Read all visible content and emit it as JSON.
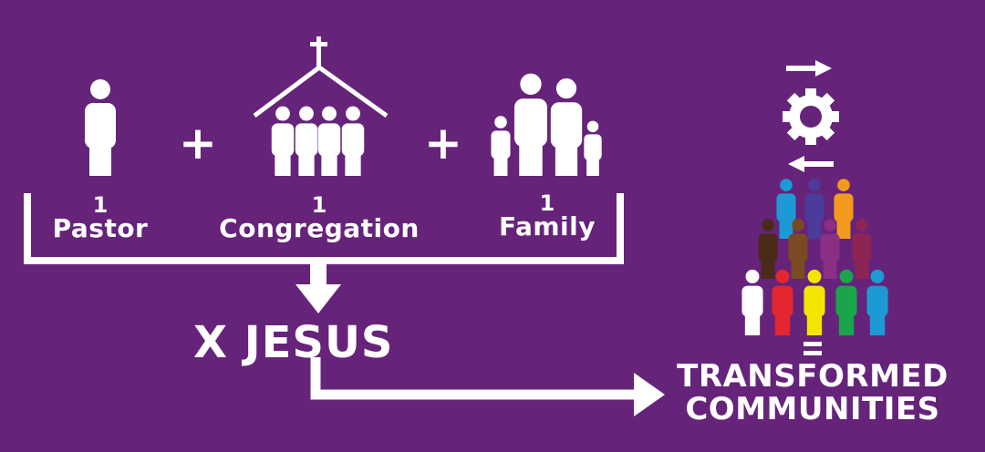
{
  "inputs": [
    {
      "count": "1",
      "label": "Pastor"
    },
    {
      "count": "1",
      "label": "Congregation"
    },
    {
      "count": "1",
      "label": "Family"
    }
  ],
  "operators": {
    "plus": "+"
  },
  "multiplier": "X JESUS",
  "result": {
    "line1": "TRANSFORMED",
    "line2": "COMMUNITIES"
  },
  "colors": {
    "background": "#66237a",
    "foreground": "#ffffff",
    "crowd": [
      "#ffffff",
      "#e3262f",
      "#f2e600",
      "#1aa54a",
      "#1d9ad6",
      "#f39a1e",
      "#4b3b9a",
      "#6b3a1f",
      "#8c2455"
    ]
  },
  "icons": [
    "person-icon",
    "church-icon",
    "family-icon",
    "gear-icon",
    "arrow-right-icon",
    "arrow-left-icon",
    "crowd-icon",
    "equals-icon"
  ]
}
